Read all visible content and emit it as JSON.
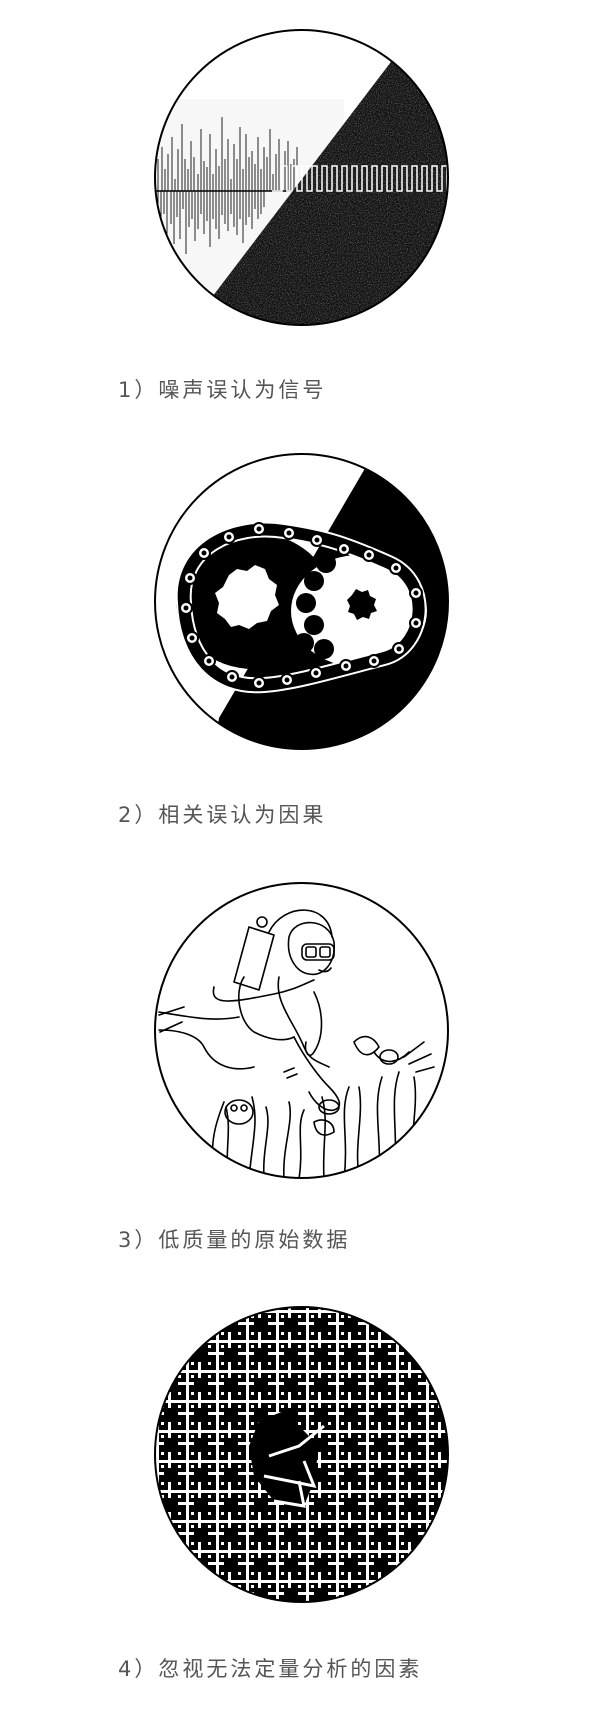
{
  "figures": [
    {
      "caption": "1）噪声误认为信号",
      "number": "1",
      "text": "噪声误认为信号",
      "illustration": "noise-vs-signal",
      "colors": {
        "light": "#f7f7f7",
        "dark": "#1a1a1a",
        "outline": "#000000"
      }
    },
    {
      "caption": "2）相关误认为因果",
      "number": "2",
      "text": "相关误认为因果",
      "illustration": "chain-and-sprockets",
      "colors": {
        "light": "#ffffff",
        "dark": "#000000",
        "outline": "#000000"
      }
    },
    {
      "caption": "3）低质量的原始数据",
      "number": "3",
      "text": "低质量的原始数据",
      "illustration": "diver-over-reef",
      "colors": {
        "light": "#ffffff",
        "dark": "#000000",
        "outline": "#000000"
      }
    },
    {
      "caption": "4）忽视无法定量分析的因素",
      "number": "4",
      "text": "忽视无法定量分析的因素",
      "illustration": "lattice-with-broken-patch",
      "colors": {
        "light": "#ffffff",
        "dark": "#000000",
        "outline": "#000000"
      }
    }
  ],
  "caption_color": "#555555"
}
